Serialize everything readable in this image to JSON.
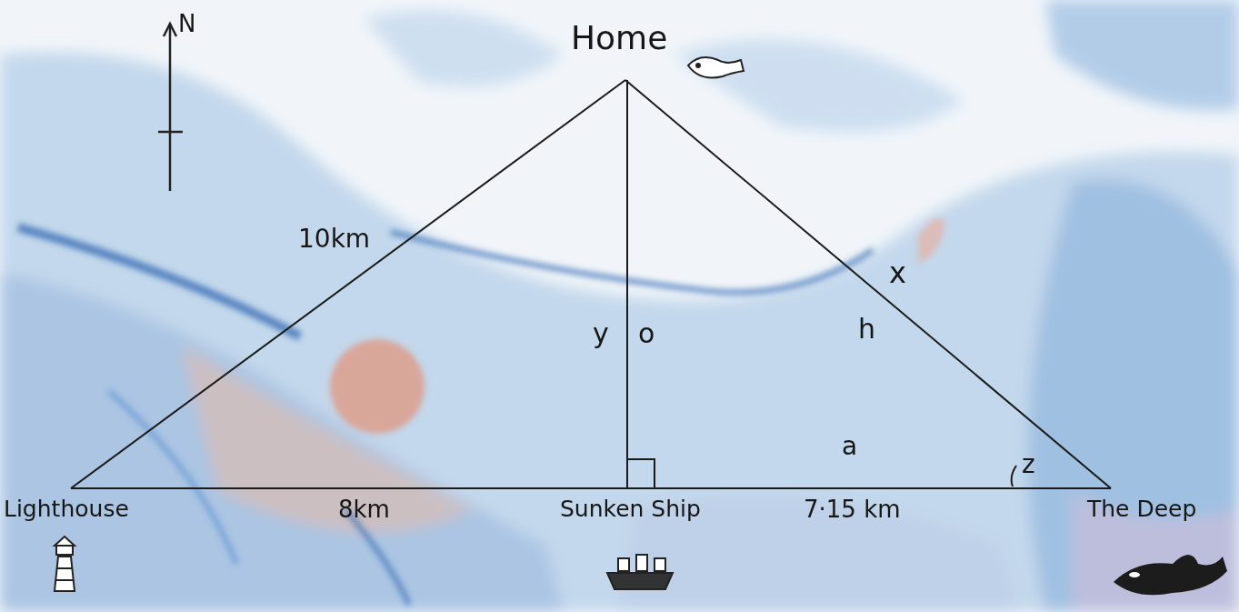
{
  "diagram": {
    "labels": [
      "N",
      "Home",
      "10km",
      "y",
      "o",
      "x",
      "h",
      "a",
      "z",
      "Lighthouse",
      "8km",
      "Sunken Ship",
      "7·15 km",
      "The Deep"
    ]
  }
}
